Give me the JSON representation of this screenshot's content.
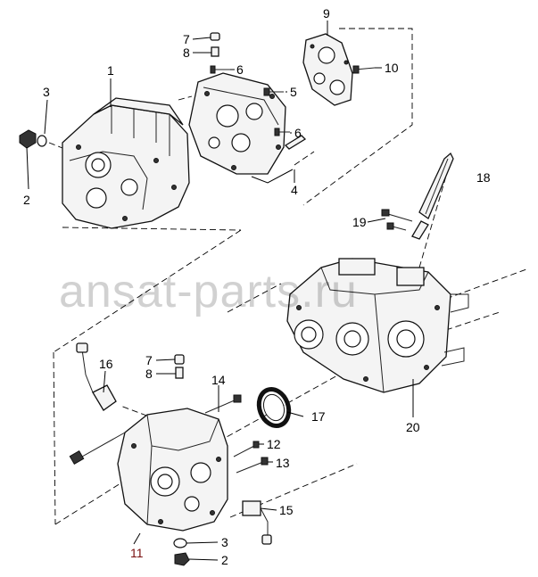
{
  "callouts": {
    "c1": "1",
    "c2a": "2",
    "c3a": "3",
    "c4": "4",
    "c5": "5",
    "c6a": "6",
    "c6b": "6",
    "c7a": "7",
    "c8a": "8",
    "c9": "9",
    "c10": "10",
    "c18": "18",
    "c19": "19",
    "c20": "20",
    "c7b": "7",
    "c8b": "8",
    "c16": "16",
    "c14": "14",
    "c17": "17",
    "c12": "12",
    "c13": "13",
    "c15": "15",
    "c11": "11",
    "c3b": "3",
    "c2b": "2"
  },
  "watermark": "ansat-parts.ru",
  "colors": {
    "line": "#000000",
    "label_red": "#7a1010",
    "background": "#ffffff"
  }
}
